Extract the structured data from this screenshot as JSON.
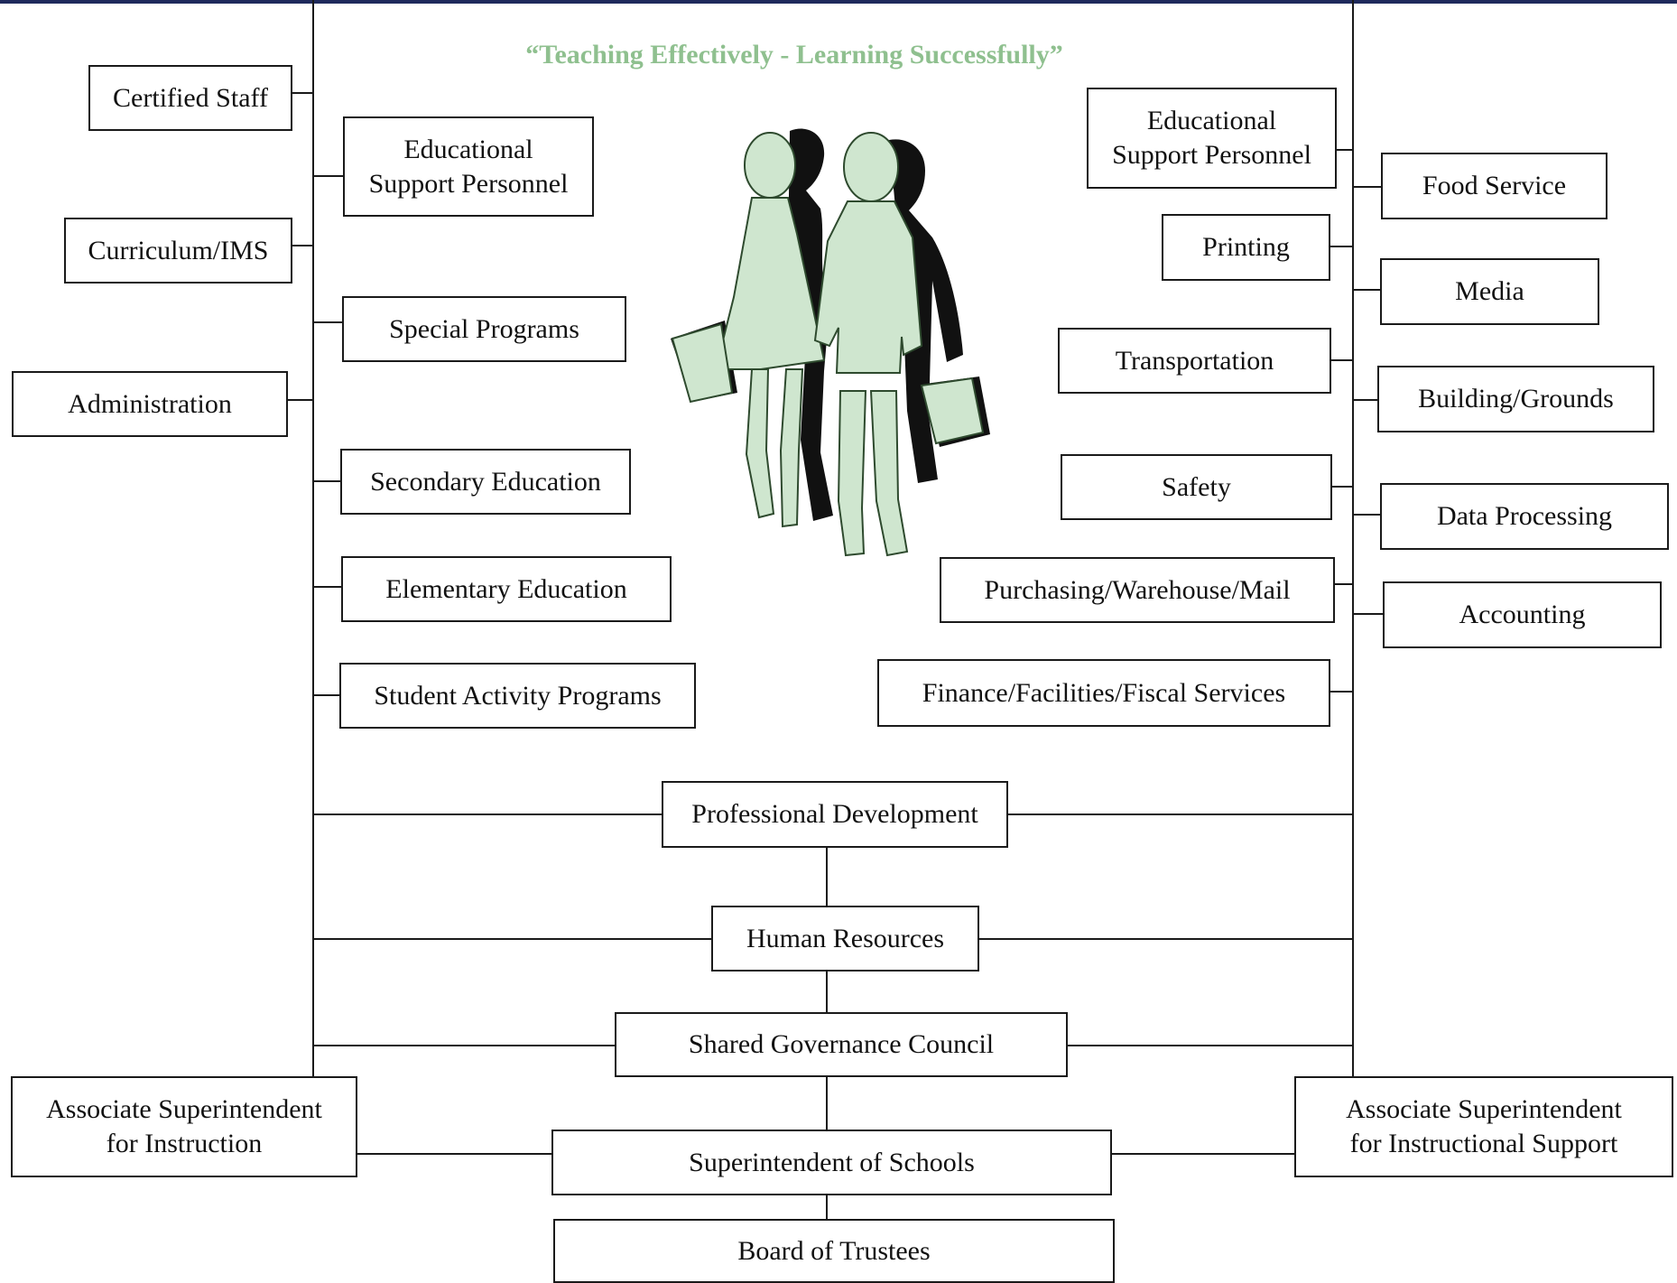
{
  "motto": "“Teaching Effectively - Learning Successfully”",
  "left_column": {
    "certified_staff": "Certified Staff",
    "curriculum_ims": "Curriculum/IMS",
    "administration": "Administration"
  },
  "left_branch": {
    "educational_support_personnel": "Educational\nSupport Personnel",
    "special_programs": "Special Programs",
    "secondary_education": "Secondary Education",
    "elementary_education": "Elementary Education",
    "student_activity_programs": "Student Activity Programs"
  },
  "right_branch": {
    "educational_support_personnel": "Educational\nSupport Personnel",
    "printing": "Printing",
    "transportation": "Transportation",
    "safety": "Safety",
    "purchasing": "Purchasing/Warehouse/Mail",
    "finance": "Finance/Facilities/Fiscal Services"
  },
  "right_column": {
    "food_service": "Food Service",
    "media": "Media",
    "building_grounds": "Building/Grounds",
    "data_processing": "Data Processing",
    "accounting": "Accounting"
  },
  "center": {
    "professional_development": "Professional Development",
    "human_resources": "Human Resources",
    "shared_governance_council": "Shared Governance Council",
    "superintendent": "Superintendent of Schools",
    "board_of_trustees": "Board of Trustees"
  },
  "associates": {
    "instruction": "Associate Superintendent\nfor Instruction",
    "instructional_support": "Associate Superintendent\nfor Instructional Support"
  },
  "illustration": {
    "name": "two-children-walking-illustration",
    "fill_color": "#cfe6cf",
    "shadow_color": "#111111"
  },
  "colors": {
    "motto": "#8fc08f",
    "top_rule": "#1f2a5c"
  }
}
